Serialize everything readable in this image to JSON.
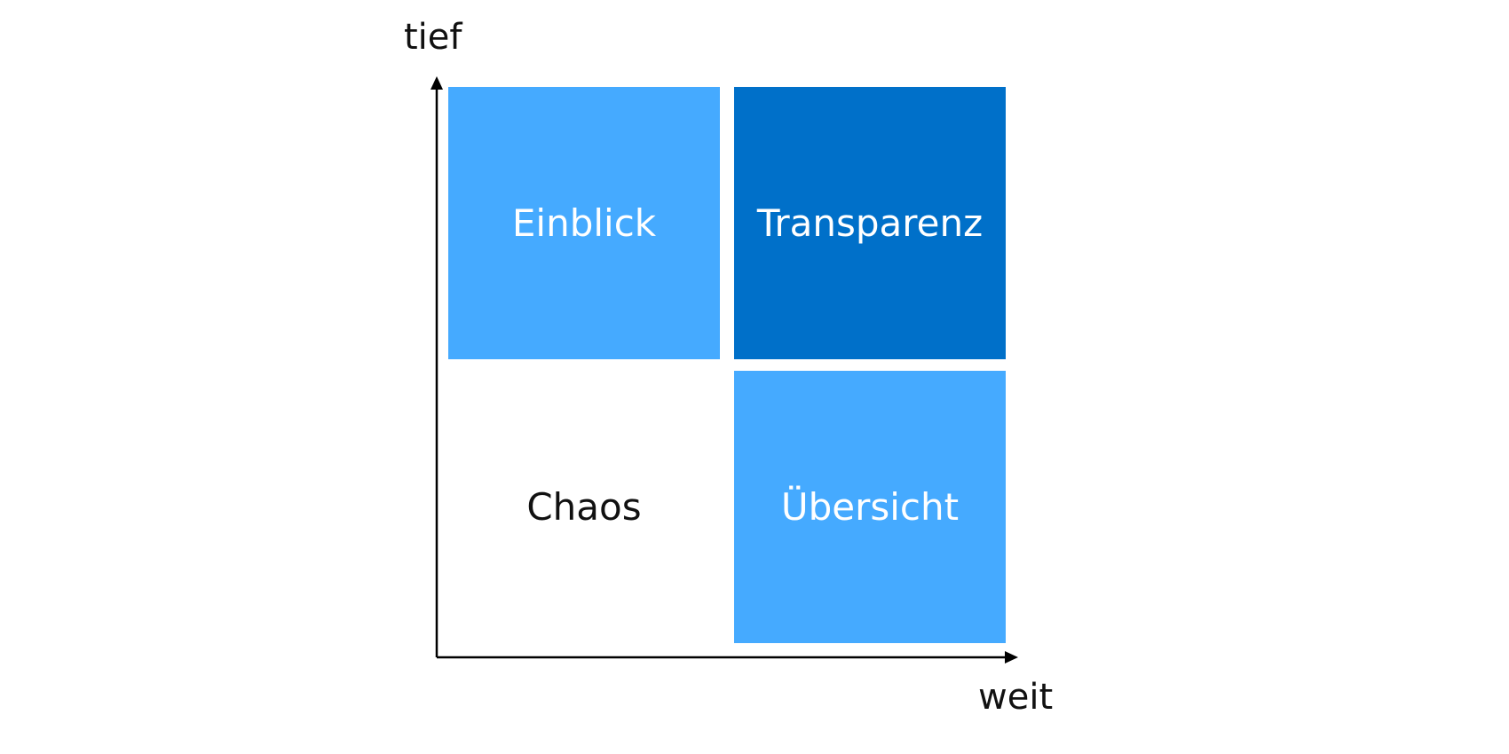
{
  "axes": {
    "y_label": "tief",
    "x_label": "weit",
    "color": "#000000"
  },
  "quadrants": {
    "top_left": {
      "label": "Einblick",
      "fill": "#45AAFF",
      "text_color": "#ffffff"
    },
    "top_right": {
      "label": "Transparenz",
      "fill": "#0070C9",
      "text_color": "#ffffff"
    },
    "bottom_left": {
      "label": "Chaos",
      "fill": "#ffffff",
      "text_color": "#111111"
    },
    "bottom_right": {
      "label": "Übersicht",
      "fill": "#45AAFF",
      "text_color": "#ffffff"
    }
  }
}
